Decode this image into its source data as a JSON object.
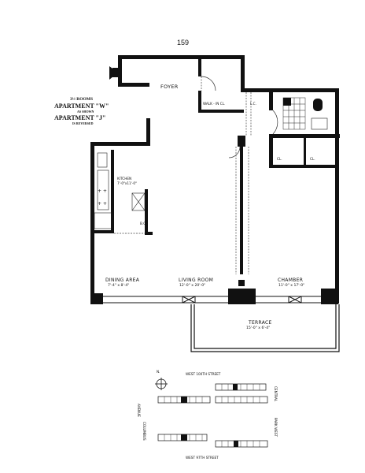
{
  "page_number": "159",
  "unit": {
    "rooms": "3½ ROOMS",
    "line1": "APARTMENT \"W\"",
    "line2": "AS SHOWN",
    "line3": "APARTMENT \"J\"",
    "line4": "IS REVERSED"
  },
  "rooms": {
    "foyer": "FOYER",
    "walk_in": "WALK - IN   CL.",
    "linen_closet": "L.C.",
    "kitchen": "KITCHEN",
    "kitchen_dim": "7'-0\"x11'-0\"",
    "bc": "B.C.",
    "cl1": "CL.",
    "cl2": "CL.",
    "dining": "DINING AREA",
    "dining_dim": "7'-4\" x 8'-4\"",
    "living": "LIVING ROOM",
    "living_dim": "12'-0\" x 20'-0\"",
    "chamber": "CHAMBER",
    "chamber_dim": "11'-0\" x 17'-0\"",
    "terrace": "TERRACE",
    "terrace_dim": "15'-0\" x 6'-4\""
  },
  "keyplan": {
    "north": "N.",
    "street_top": "WEST   100TH   STREET",
    "street_bottom": "WEST   97TH   STREET",
    "avenue_left": "AVENUE",
    "avenue_left2": "COLUMBUS",
    "avenue_right": "CENTRAL",
    "avenue_right2": "PARK  WEST"
  }
}
